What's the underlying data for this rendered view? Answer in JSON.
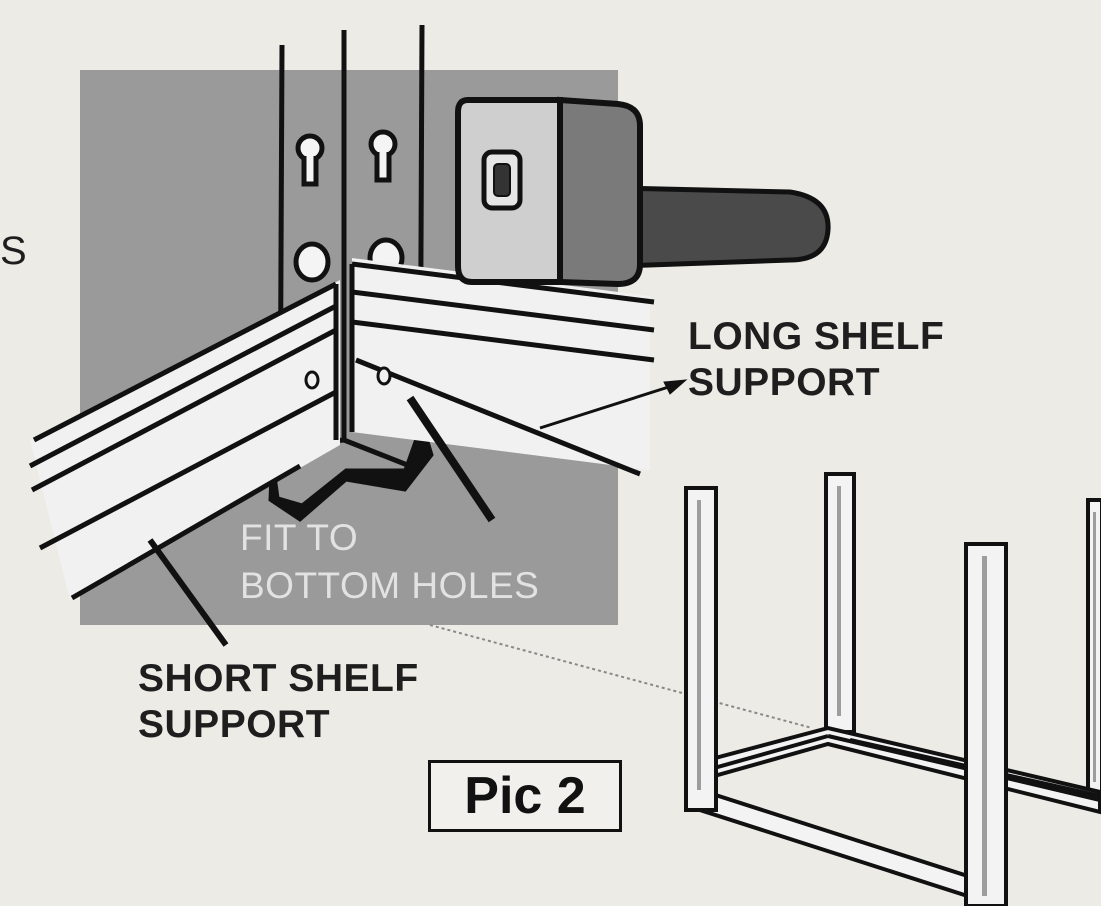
{
  "labels": {
    "long_shelf_support": [
      "LONG SHELF",
      "SUPPORT"
    ],
    "short_shelf_support": [
      "SHORT SHELF",
      "SUPPORT"
    ],
    "fit_to_bottom_holes": [
      "FIT TO",
      "BOTTOM HOLES"
    ],
    "edge_fragment": "S",
    "picture_caption": "Pic 2"
  },
  "components": {
    "mallet_icon": "rubber-mallet",
    "upright_post_icon": "slotted-angle-upright",
    "shelf_beam_icon": "shelf-support-beam",
    "frame_icon": "assembled-shelf-frame"
  },
  "colors": {
    "background": "#ecebe6",
    "gray_panel": "#9a9a9a",
    "ink": "#111111",
    "mallet_face": "#bdbdbd",
    "mallet_handle": "#4a4a4a"
  }
}
